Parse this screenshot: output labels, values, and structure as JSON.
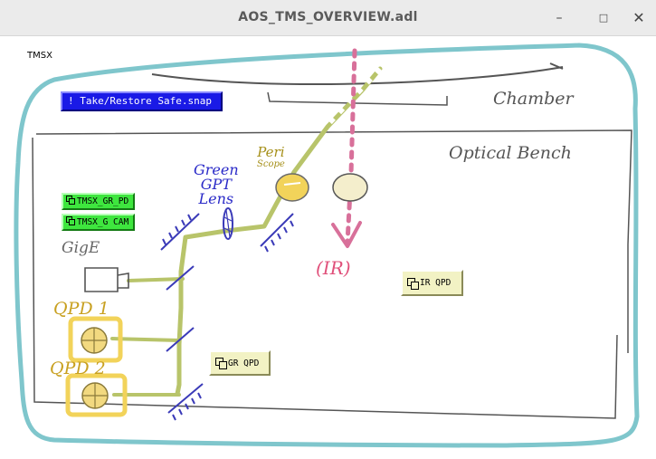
{
  "window": {
    "title": "AOS_TMS_OVERVIEW.adl",
    "minimize_icon": "minimize-icon",
    "maximize_icon": "maximize-icon",
    "close_icon": "close-icon",
    "minimize_glyph": "–",
    "maximize_glyph": "□",
    "close_glyph": "✕"
  },
  "screen": {
    "tmsx_label": "TMSX",
    "safe_snap_button": "! Take/Restore Safe.snap",
    "tmsx_gr_pd_button": "TMSX_GR_PD",
    "tmsx_g_cam_button": "TMSX_G CAM",
    "ir_qpd_button": "IR QPD",
    "gr_qpd_button": "GR QPD"
  },
  "sketch": {
    "chamber": "Chamber",
    "optical_bench": "Optical Bench",
    "green_gpt_lens_line1": "Green",
    "green_gpt_lens_line2": "GPT",
    "green_gpt_lens_line3": "Lens",
    "periscope_line1": "Peri",
    "periscope_line2": "Scope",
    "gige": "GigE",
    "qpd1": "QPD 1",
    "qpd2": "QPD 2",
    "ir": "(IR)"
  },
  "colors": {
    "frame": "#7fc6cc",
    "green_beam": "#b8c46a",
    "ir_beam": "#d8709a",
    "qpd_yellow": "#f2d35a",
    "mirror": "#3a3ab8",
    "medm_blue": "#1a1ae6",
    "medm_green": "#3ee63e",
    "medm_yellow": "#f2f2c4"
  }
}
